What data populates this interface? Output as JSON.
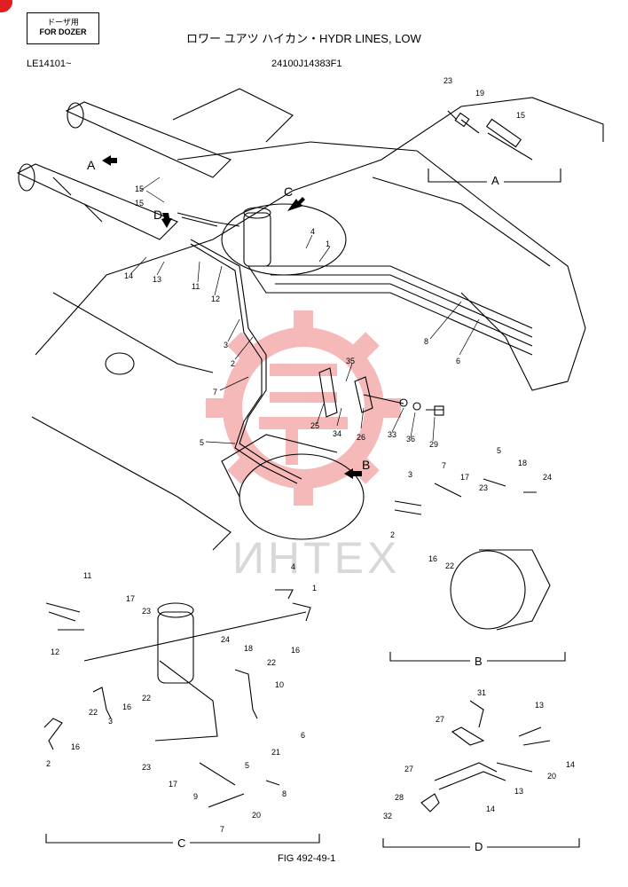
{
  "header": {
    "badge_line1": "ドーザ用",
    "badge_line2": "FOR DOZER",
    "title": "ロワー ユアツ ハイカン・HYDR LINES, LOW",
    "serial": "LE14101~",
    "part_code": "24100J14383F1",
    "fig": "FIG 492-49-1"
  },
  "watermark": {
    "text": "ИНТЕХ",
    "color": "#e04040"
  },
  "colors": {
    "line": "#000000",
    "watermark": "#ee8080",
    "corner_badge": "#e02020"
  },
  "view_arrows": [
    "A",
    "B",
    "C",
    "D"
  ],
  "sections": {
    "a": "A",
    "b": "B",
    "c": "C",
    "d": "D"
  },
  "callouts": {
    "main": [
      "15",
      "15",
      "14",
      "13",
      "11",
      "12",
      "3",
      "2",
      "7",
      "5",
      "4",
      "1",
      "8",
      "6",
      "25",
      "35",
      "34",
      "26",
      "33",
      "36",
      "29"
    ],
    "a": [
      "23",
      "19",
      "15"
    ],
    "b": [
      "3",
      "2",
      "16",
      "22",
      "7",
      "17",
      "23",
      "5",
      "18",
      "24"
    ],
    "c": [
      "11",
      "12",
      "17",
      "23",
      "16",
      "22",
      "3",
      "16",
      "2",
      "22",
      "4",
      "1",
      "24",
      "18",
      "22",
      "16",
      "10",
      "23",
      "17",
      "9",
      "20",
      "7",
      "5",
      "21",
      "6",
      "8"
    ],
    "d": [
      "31",
      "27",
      "27",
      "28",
      "32",
      "13",
      "14",
      "20",
      "13",
      "14"
    ]
  }
}
